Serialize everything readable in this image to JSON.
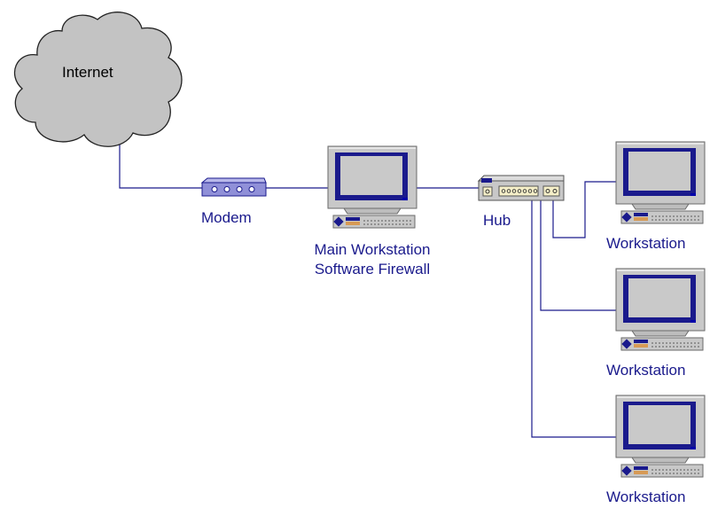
{
  "colors": {
    "label": "#1a1a8c",
    "cloud": "#c3c3c3",
    "wire": "#1a1a8c",
    "device": "#c8c8c8",
    "screen_frame": "#1a1a8c",
    "modem": "#9090d8"
  },
  "nodes": {
    "internet": {
      "label": "Internet",
      "icon": "cloud-icon"
    },
    "modem": {
      "label": "Modem",
      "icon": "modem-icon"
    },
    "main": {
      "line1": "Main Workstation",
      "line2": "Software Firewall",
      "icon": "computer-icon"
    },
    "hub": {
      "label": "Hub",
      "icon": "hub-icon"
    },
    "ws1": {
      "label": "Workstation",
      "icon": "computer-icon"
    },
    "ws2": {
      "label": "Workstation",
      "icon": "computer-icon"
    },
    "ws3": {
      "label": "Workstation",
      "icon": "computer-icon"
    }
  }
}
